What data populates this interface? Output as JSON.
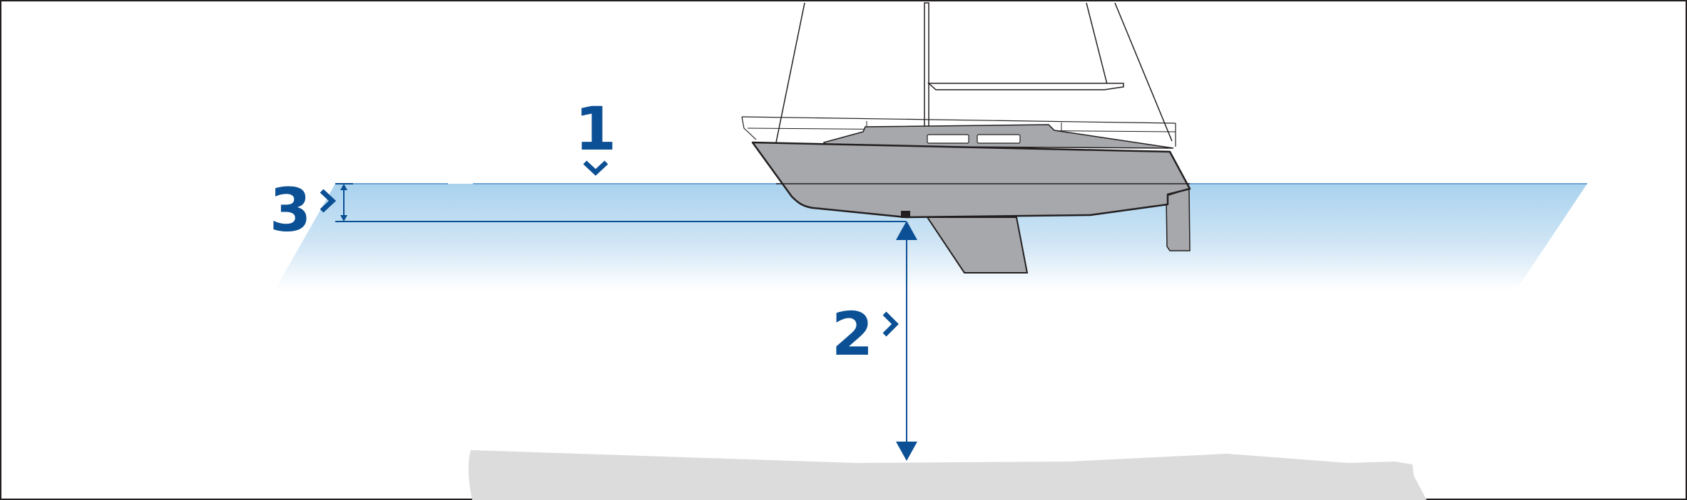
{
  "callouts": [
    {
      "id": "waterline",
      "label": "1"
    },
    {
      "id": "depth-below-transducer",
      "label": "2"
    },
    {
      "id": "transducer-offset",
      "label": "3"
    }
  ],
  "colors": {
    "accent": "#0b4f94",
    "water_top": "#a9d2ee",
    "hull": "#a7a8ab",
    "seabed": "#dcdcdd",
    "outline": "#231f20"
  }
}
